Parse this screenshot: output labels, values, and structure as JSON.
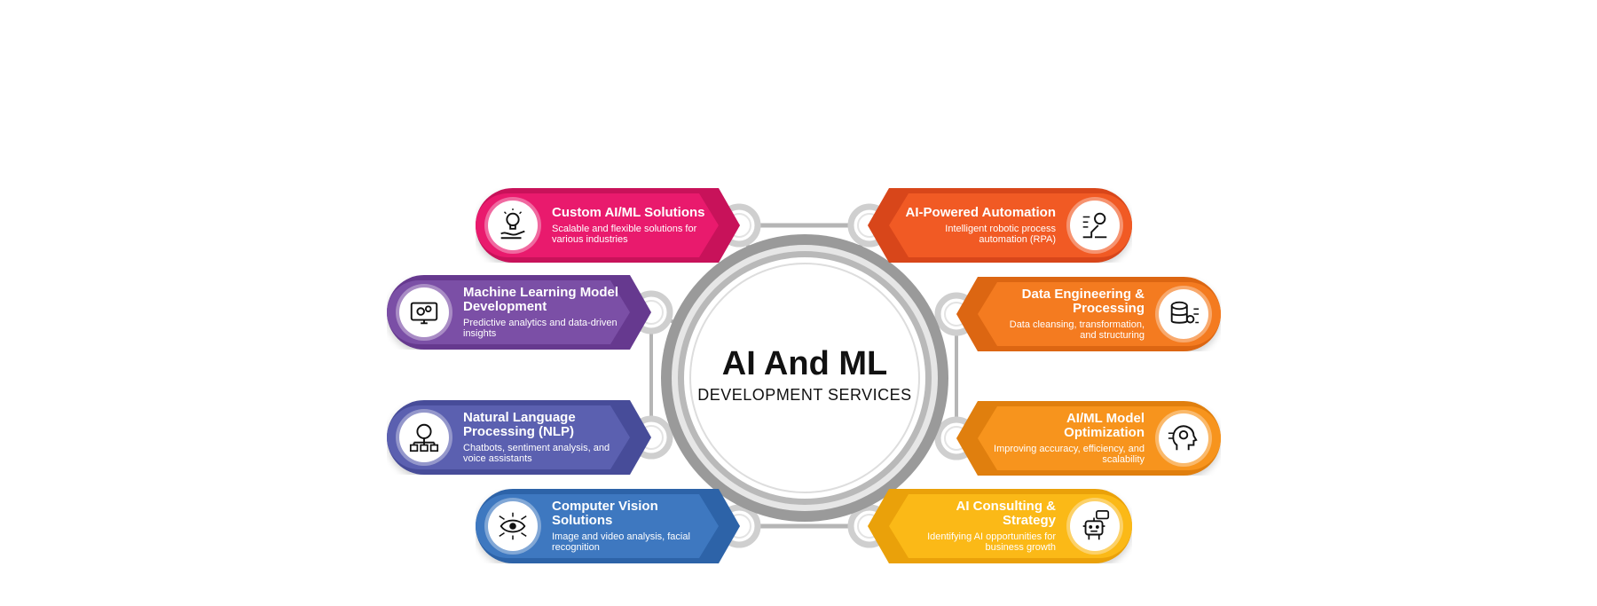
{
  "center": {
    "title": "AI And ML",
    "subtitle": "DEVELOPMENT SERVICES"
  },
  "colors": {
    "ring_outer": "#8e8e8e",
    "ring_inner": "#cfcfcf",
    "connector": "#b5b5b5"
  },
  "services": [
    {
      "title": "Custom AI/ML Solutions",
      "desc": "Scalable and flexible solutions for various industries",
      "icon": "idea-hand-icon",
      "side": "left",
      "color": "#e91a6d",
      "color_dark": "#c8125a"
    },
    {
      "title": "Machine Learning Model Development",
      "desc": "Predictive analytics and data-driven insights",
      "icon": "monitor-gears-icon",
      "side": "left",
      "color": "#7b4fa6",
      "color_dark": "#66398f"
    },
    {
      "title": "Natural Language Processing (NLP)",
      "desc": "Chatbots, sentiment analysis, and voice assistants",
      "icon": "nlp-network-icon",
      "side": "left",
      "color": "#5b60b0",
      "color_dark": "#474c99"
    },
    {
      "title": "Computer Vision Solutions",
      "desc": "Image and video analysis, facial recognition",
      "icon": "eye-circuit-icon",
      "side": "left",
      "color": "#3e78c0",
      "color_dark": "#2d63a8"
    },
    {
      "title": "AI-Powered Automation",
      "desc": "Intelligent robotic process automation (RPA)",
      "icon": "robot-arm-icon",
      "side": "right",
      "color": "#f15a24",
      "color_dark": "#d8461a"
    },
    {
      "title": "Data Engineering & Processing",
      "desc": "Data cleansing, transformation, and structuring",
      "icon": "database-gear-icon",
      "side": "right",
      "color": "#f47b20",
      "color_dark": "#dc6612"
    },
    {
      "title": "AI/ML Model Optimization",
      "desc": "Improving accuracy, efficiency, and scalability",
      "icon": "head-gear-icon",
      "side": "right",
      "color": "#f7941d",
      "color_dark": "#e07f0e"
    },
    {
      "title": "AI Consulting & Strategy",
      "desc": "Identifying AI opportunities for business growth",
      "icon": "robot-chat-icon",
      "side": "right",
      "color": "#fbb917",
      "color_dark": "#eaa10a"
    }
  ]
}
